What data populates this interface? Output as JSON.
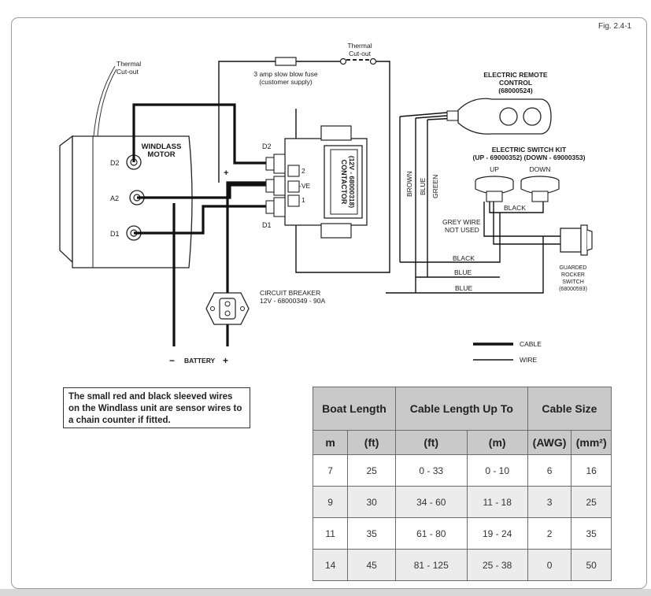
{
  "figure": {
    "label": "Fig. 2.4-1"
  },
  "diagram": {
    "thermal_cutout_left": [
      "Thermal",
      "Cut-out"
    ],
    "thermal_cutout_top": [
      "Thermal",
      "Cut-out"
    ],
    "fuse_label": [
      "3 amp slow blow fuse",
      "(customer supply)"
    ],
    "motor_label": [
      "WINDLASS",
      "MOTOR"
    ],
    "motor_terminals": [
      "D2",
      "A2",
      "D1"
    ],
    "contactor_terminals": [
      "D2",
      "D1"
    ],
    "contactor_pins": [
      "2",
      "-VE",
      "1"
    ],
    "contactor_text": [
      "CONTACTOR",
      "(12V - 68000318)"
    ],
    "plus_sign": "+",
    "remote_label": [
      "ELECTRIC REMOTE",
      "CONTROL",
      "(68000524)"
    ],
    "switch_kit_label": [
      "ELECTRIC SWITCH KIT",
      "(UP - 69000352)  (DOWN - 69000353)"
    ],
    "up_label": "UP",
    "down_label": "DOWN",
    "wire_colors_vertical": [
      "BROWN",
      "BLUE",
      "GREEN"
    ],
    "black_label": "BLACK",
    "grey_wire": [
      "GREY WIRE",
      "NOT USED"
    ],
    "wire_labels": [
      "BLACK",
      "BLUE",
      "BLUE"
    ],
    "rocker_label": [
      "GUARDED",
      "ROCKER",
      "SWITCH",
      "(68000593)"
    ],
    "breaker_label": [
      "CIRCUIT BREAKER",
      "12V - 68000349 - 90A"
    ],
    "battery_label": "BATTERY",
    "battery_minus": "−",
    "battery_plus": "+",
    "legend": {
      "cable": "CABLE",
      "wire": "WIRE"
    }
  },
  "note": "The small red and black sleeved wires on the Windlass unit are sensor wires to a chain counter if fitted.",
  "table": {
    "group_headers": [
      "Boat Length",
      "Cable Length Up To",
      "Cable Size"
    ],
    "unit_headers": [
      "m",
      "(ft)",
      "(ft)",
      "(m)",
      "(AWG)",
      "(mm²)"
    ],
    "rows": [
      [
        "7",
        "25",
        "0 - 33",
        "0 - 10",
        "6",
        "16"
      ],
      [
        "9",
        "30",
        "34 - 60",
        "11 - 18",
        "3",
        "25"
      ],
      [
        "11",
        "35",
        "61 - 80",
        "19 - 24",
        "2",
        "35"
      ],
      [
        "14",
        "45",
        "81 - 125",
        "25 - 38",
        "0",
        "50"
      ]
    ]
  }
}
